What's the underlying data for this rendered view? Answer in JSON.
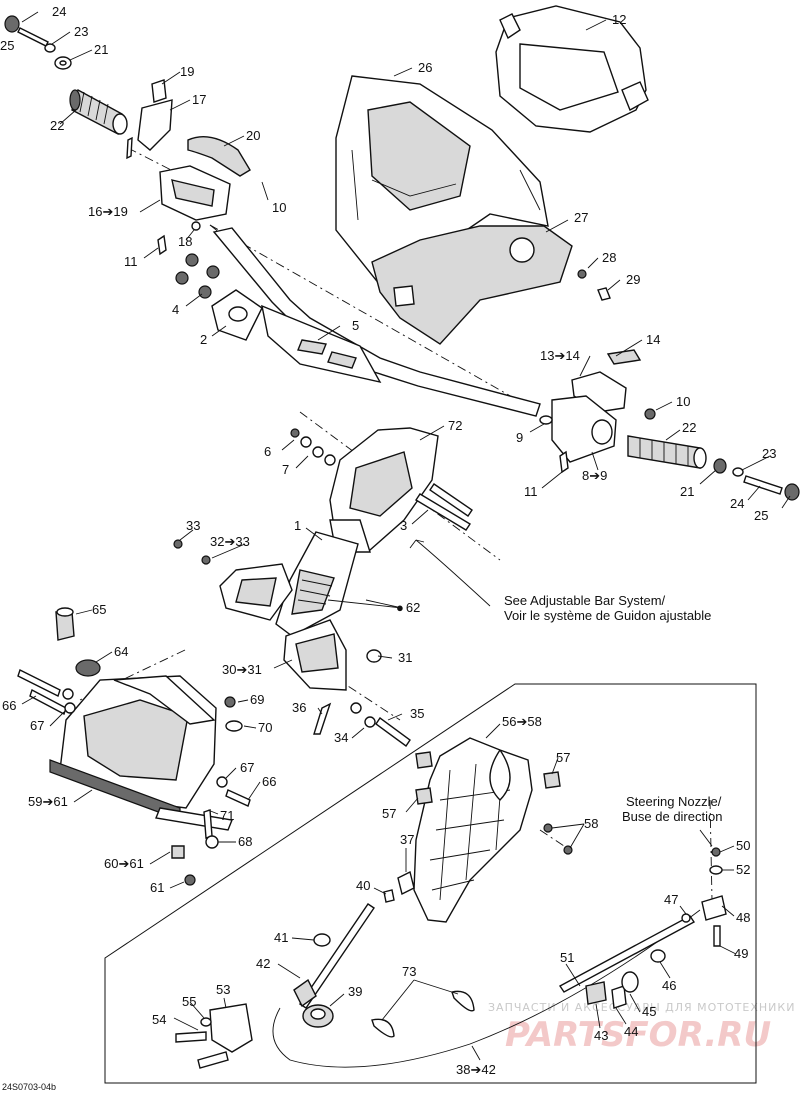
{
  "diagram_code": "24S0703-04b",
  "notes": {
    "adjustable_bar_line1": "See Adjustable Bar System/",
    "adjustable_bar_line2": "Voir le système de Guidon ajustable",
    "steering_nozzle_line1": "Steering Nozzle/",
    "steering_nozzle_line2": "Buse de direction"
  },
  "watermark": {
    "tagline": "ЗАПЧАСТИ И АКСЕССУАРЫ ДЛЯ МОТОТЕХНИКИ",
    "brand": "PARTSFOR.RU"
  },
  "callouts": {
    "c1": "1",
    "c2": "2",
    "c3": "3",
    "c4": "4",
    "c5": "5",
    "c6": "6",
    "c7": "7",
    "c8_9": "8➔9",
    "c9": "9",
    "c10a": "10",
    "c10b": "10",
    "c11a": "11",
    "c11b": "11",
    "c12": "12",
    "c13_14": "13➔14",
    "c14": "14",
    "c16_19": "16➔19",
    "c17": "17",
    "c18": "18",
    "c19": "19",
    "c20": "20",
    "c21a": "21",
    "c21b": "21",
    "c22a": "22",
    "c22b": "22",
    "c23a": "23",
    "c23b": "23",
    "c24a": "24",
    "c24b": "24",
    "c25a": "25",
    "c25b": "25",
    "c26": "26",
    "c27": "27",
    "c28": "28",
    "c29": "29",
    "c30_31": "30➔31",
    "c31": "31",
    "c32_33": "32➔33",
    "c33": "33",
    "c34": "34",
    "c35": "35",
    "c36": "36",
    "c37": "37",
    "c38_42": "38➔42",
    "c39": "39",
    "c40": "40",
    "c41": "41",
    "c42": "42",
    "c43": "43",
    "c44": "44",
    "c45": "45",
    "c46": "46",
    "c47": "47",
    "c48": "48",
    "c49": "49",
    "c50": "50",
    "c51": "51",
    "c52": "52",
    "c53": "53",
    "c54": "54",
    "c55": "55",
    "c56_58": "56➔58",
    "c57a": "57",
    "c57b": "57",
    "c58": "58",
    "c59_61": "59➔61",
    "c60_61": "60➔61",
    "c61": "61",
    "c62": "62",
    "c64": "64",
    "c65": "65",
    "c66a": "66",
    "c66b": "66",
    "c67a": "67",
    "c67b": "67",
    "c68": "68",
    "c69": "69",
    "c70": "70",
    "c71": "71",
    "c72": "72",
    "c73": "73"
  }
}
